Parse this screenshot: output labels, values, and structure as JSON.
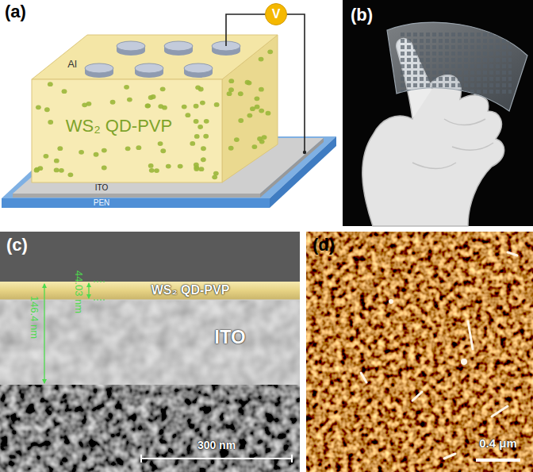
{
  "diagram": {
    "nodes": [
      {
        "text": [
          "(a)"
        ]
      },
      {
        "text": [
          "V"
        ],
        "in": 0
      },
      {
        "text": [
          "(b)"
        ]
      },
      {
        "text": [
          "(c)"
        ]
      },
      {
        "text": [
          "(d)"
        ]
      }
    ],
    "labels": [
      "Al",
      "WS₂ QD-PVP",
      "ITO",
      "PEN",
      "146.4 nm",
      "44.03 nm",
      "WS₂ QD-PVP",
      "ITO",
      "300 nm",
      "0.4 μm"
    ]
  }
}
